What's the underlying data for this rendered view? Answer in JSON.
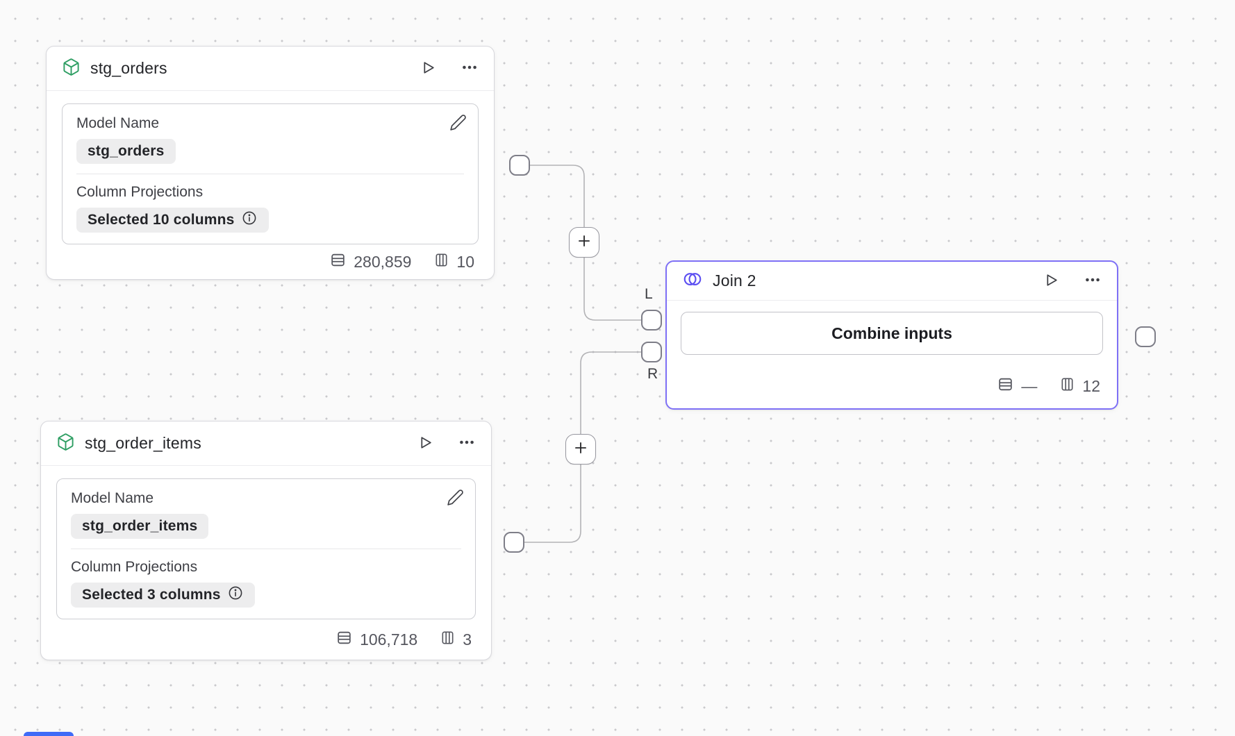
{
  "canvas": {
    "background": "#fafafa",
    "dot_color": "#c9c9cc",
    "connector_color": "#b3b3b6"
  },
  "nodes": {
    "stg_orders": {
      "title": "stg_orders",
      "model_name_label": "Model Name",
      "model_name_value": "stg_orders",
      "projections_label": "Column Projections",
      "projections_value": "Selected 10 columns",
      "row_count": "280,859",
      "column_count": "10"
    },
    "stg_order_items": {
      "title": "stg_order_items",
      "model_name_label": "Model Name",
      "model_name_value": "stg_order_items",
      "projections_label": "Column Projections",
      "projections_value": "Selected 3 columns",
      "row_count": "106,718",
      "column_count": "3"
    },
    "join2": {
      "title": "Join 2",
      "combine_button_label": "Combine inputs",
      "row_count": "—",
      "column_count": "12",
      "left_port_label": "L",
      "right_port_label": "R",
      "accent_color": "#7e70f6"
    }
  },
  "icons": {
    "model": "box-icon (green cube outline)",
    "run": "play-icon (triangle outline)",
    "menu": "more-horizontal-icon (three dots)",
    "edit": "pencil-icon",
    "info": "info-circle-icon",
    "rows": "table-rows-icon",
    "columns": "table-columns-icon",
    "join": "venn-circles-icon (purple)",
    "add": "plus-icon"
  },
  "colors": {
    "green_model_icon": "#2e9e63",
    "purple_join_icon": "#5b4ef1",
    "pill_background": "#ededee",
    "footer_text": "#55565e"
  }
}
